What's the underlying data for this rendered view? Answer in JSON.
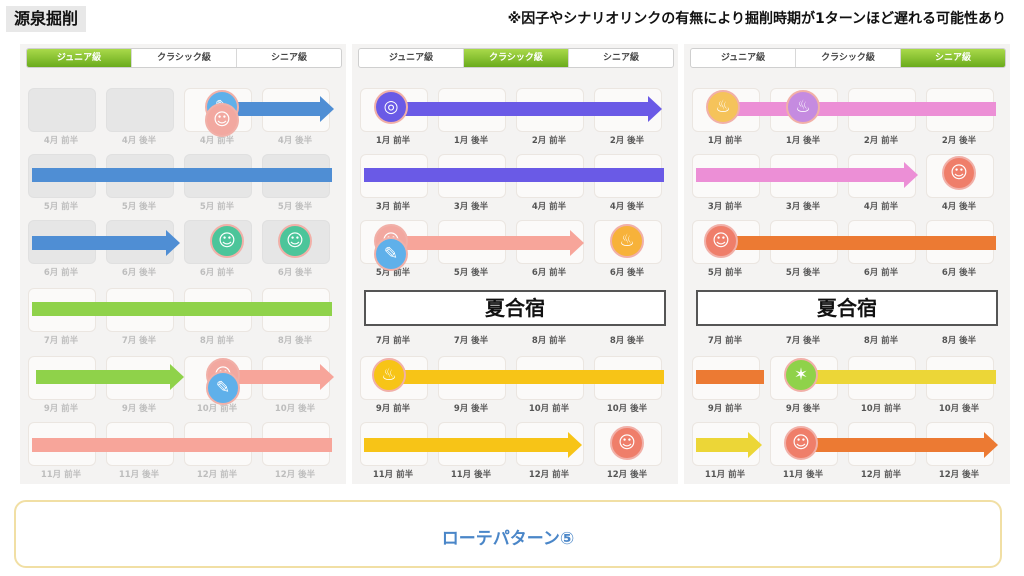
{
  "header": {
    "title": "源泉掘削",
    "note": "※因子やシナリオリンクの有無により掘削時期が1ターンほど遅れる可能性あり"
  },
  "panels": [
    {
      "tabs": [
        "ジュニア級",
        "クラシック級",
        "シニア級"
      ],
      "active_tab": 0,
      "rows": [
        [
          "4月 前半",
          "4月 後半",
          "4月 前半",
          "4月 後半"
        ],
        [
          "5月 前半",
          "5月 後半",
          "5月 前半",
          "5月 後半"
        ],
        [
          "6月 前半",
          "6月 後半",
          "6月 前半",
          "6月 後半"
        ],
        [
          "7月 前半",
          "7月 後半",
          "8月 前半",
          "8月 後半"
        ],
        [
          "9月 前半",
          "9月 後半",
          "10月 前半",
          "10月 後半"
        ],
        [
          "11月 前半",
          "11月 後半",
          "12月 前半",
          "12月 後半"
        ]
      ]
    },
    {
      "tabs": [
        "ジュニア級",
        "クラシック級",
        "シニア級"
      ],
      "active_tab": 1,
      "camp_label": "夏合宿",
      "rows": [
        [
          "1月 前半",
          "1月 後半",
          "2月 前半",
          "2月 後半"
        ],
        [
          "3月 前半",
          "3月 後半",
          "4月 前半",
          "4月 後半"
        ],
        [
          "5月 前半",
          "5月 後半",
          "6月 前半",
          "6月 後半"
        ],
        [
          "7月 前半",
          "7月 後半",
          "8月 前半",
          "8月 後半"
        ],
        [
          "9月 前半",
          "9月 後半",
          "10月 前半",
          "10月 後半"
        ],
        [
          "11月 前半",
          "11月 後半",
          "12月 前半",
          "12月 後半"
        ]
      ]
    },
    {
      "tabs": [
        "ジュニア級",
        "クラシック級",
        "シニア級"
      ],
      "active_tab": 2,
      "camp_label": "夏合宿",
      "rows": [
        [
          "1月 前半",
          "1月 後半",
          "2月 前半",
          "2月 後半"
        ],
        [
          "3月 前半",
          "3月 後半",
          "4月 前半",
          "4月 後半"
        ],
        [
          "5月 前半",
          "5月 後半",
          "6月 前半",
          "6月 後半"
        ],
        [
          "7月 前半",
          "7月 後半",
          "8月 前半",
          "8月 後半"
        ],
        [
          "9月 前半",
          "9月 後半",
          "10月 前半",
          "10月 後半"
        ],
        [
          "11月 前半",
          "11月 後半",
          "12月 前半",
          "12月 後半"
        ]
      ]
    }
  ],
  "footer": {
    "label": "ローテパターン⑤"
  },
  "colors": {
    "blue": "#4f8ed4",
    "green": "#8fd24a",
    "salmon": "#f7a59a",
    "indigo": "#6a5ae6",
    "gold": "#f7c417",
    "pink": "#ec8fd6",
    "orange": "#ec7a33",
    "yellow": "#ecd637",
    "tab_active": "#7bbd2b",
    "footer_text": "#4a86c8"
  }
}
